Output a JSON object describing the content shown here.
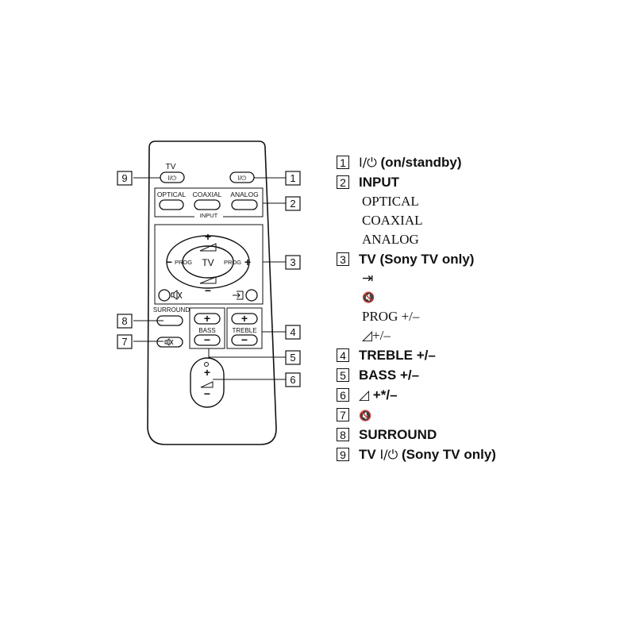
{
  "remote": {
    "tv_label": "TV",
    "power_symbol": "I/⏻",
    "input_buttons": [
      "OPTICAL",
      "COAXIAL",
      "ANALOG"
    ],
    "input_group_label": "INPUT",
    "dpad_center_label": "TV",
    "prog_label": "PROG",
    "plus_symbol": "+",
    "minus_symbol": "−",
    "surround_label": "SURROUND",
    "bass_label": "BASS",
    "treble_label": "TREBLE"
  },
  "callouts": [
    "1",
    "2",
    "3",
    "4",
    "5",
    "6",
    "7",
    "8",
    "9"
  ],
  "legend": {
    "item1": {
      "num": "1",
      "power": "I/⏻",
      "rest": " (on/standby)"
    },
    "item2": {
      "num": "2",
      "label": "INPUT",
      "subs": [
        "OPTICAL",
        "COAXIAL",
        "ANALOG"
      ]
    },
    "item3": {
      "num": "3",
      "label": "TV (Sony TV only)",
      "input_icon": "⇥",
      "mute_icon": "🔇",
      "prog": "PROG +/–",
      "vol_icon": "◿",
      "vol_text": " +/–"
    },
    "item4": {
      "num": "4",
      "label": "TREBLE +/–"
    },
    "item5": {
      "num": "5",
      "label": "BASS +/–"
    },
    "item6": {
      "num": "6",
      "vol_icon": "◿",
      "rest": " +*/–"
    },
    "item7": {
      "num": "7",
      "mute_icon": "🔇"
    },
    "item8": {
      "num": "8",
      "label": "SURROUND"
    },
    "item9": {
      "num": "9",
      "pre": "TV ",
      "power": "I/⏻",
      "rest": " (Sony TV only)"
    }
  }
}
